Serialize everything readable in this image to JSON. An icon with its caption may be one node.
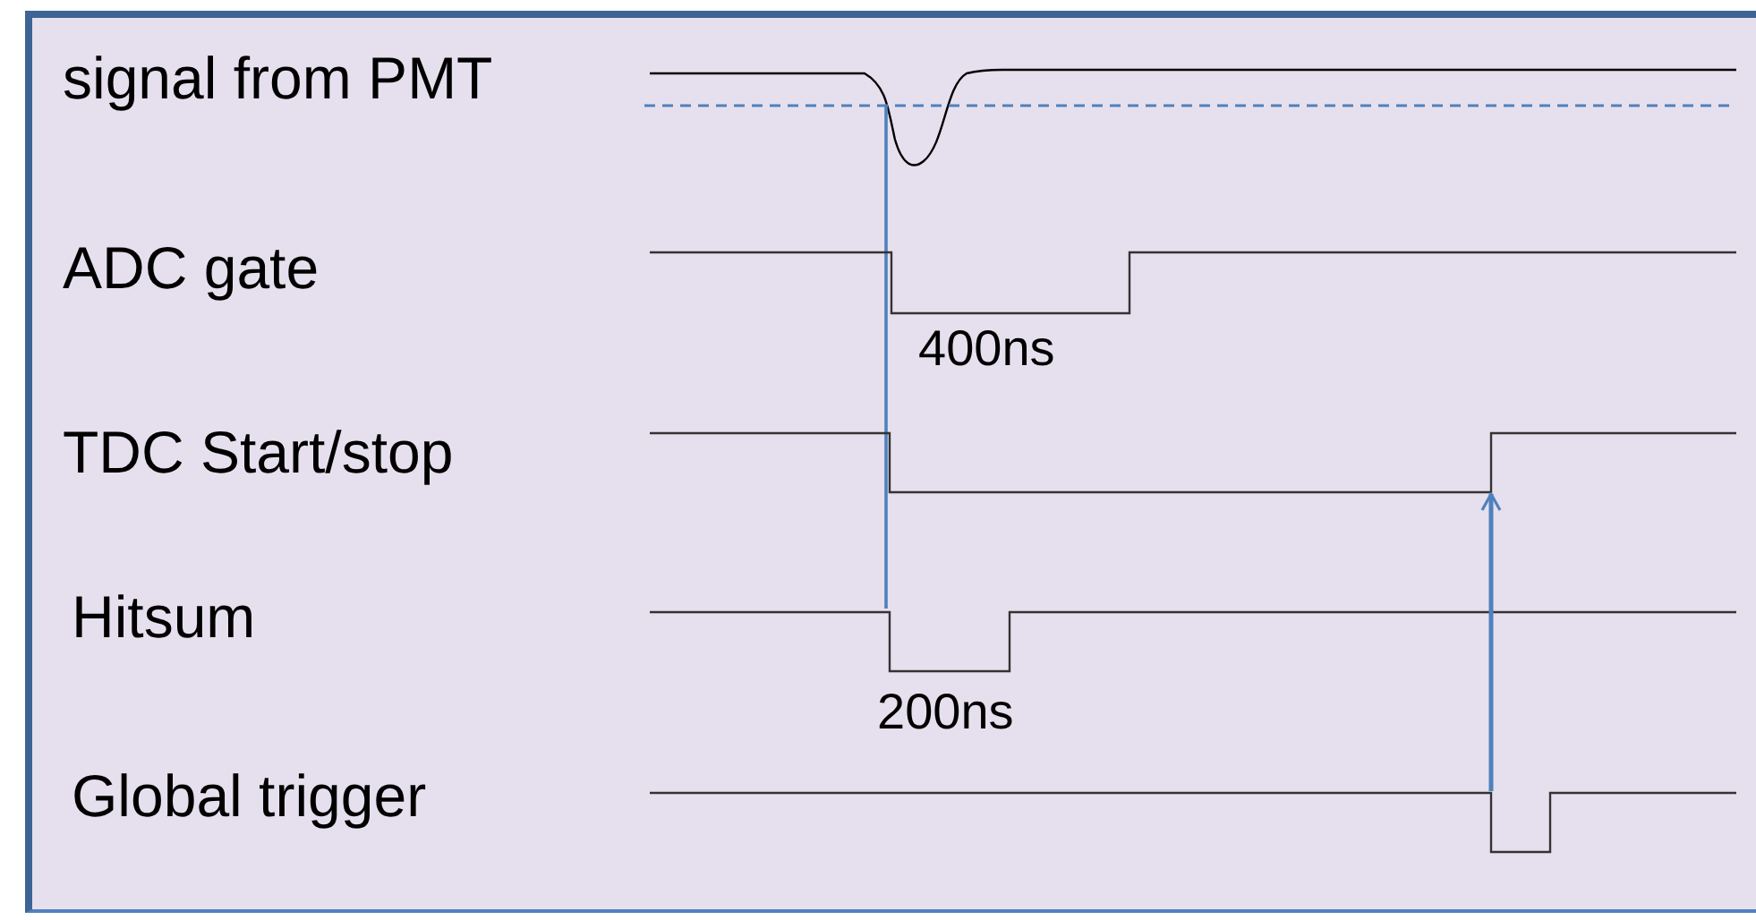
{
  "diagram": {
    "nodes": [
      {
        "text": [],
        "shape": "picture"
      },
      {
        "text": [],
        "shape": "picture"
      }
    ],
    "edges": [
      {
        "from": 1,
        "to": 0,
        "arrow": "to"
      }
    ],
    "labels": [
      "signal from PMT",
      "ADC gate",
      "400ns",
      "TDC Start/stop",
      "Hitsum",
      "200ns",
      "Global trigger"
    ]
  }
}
